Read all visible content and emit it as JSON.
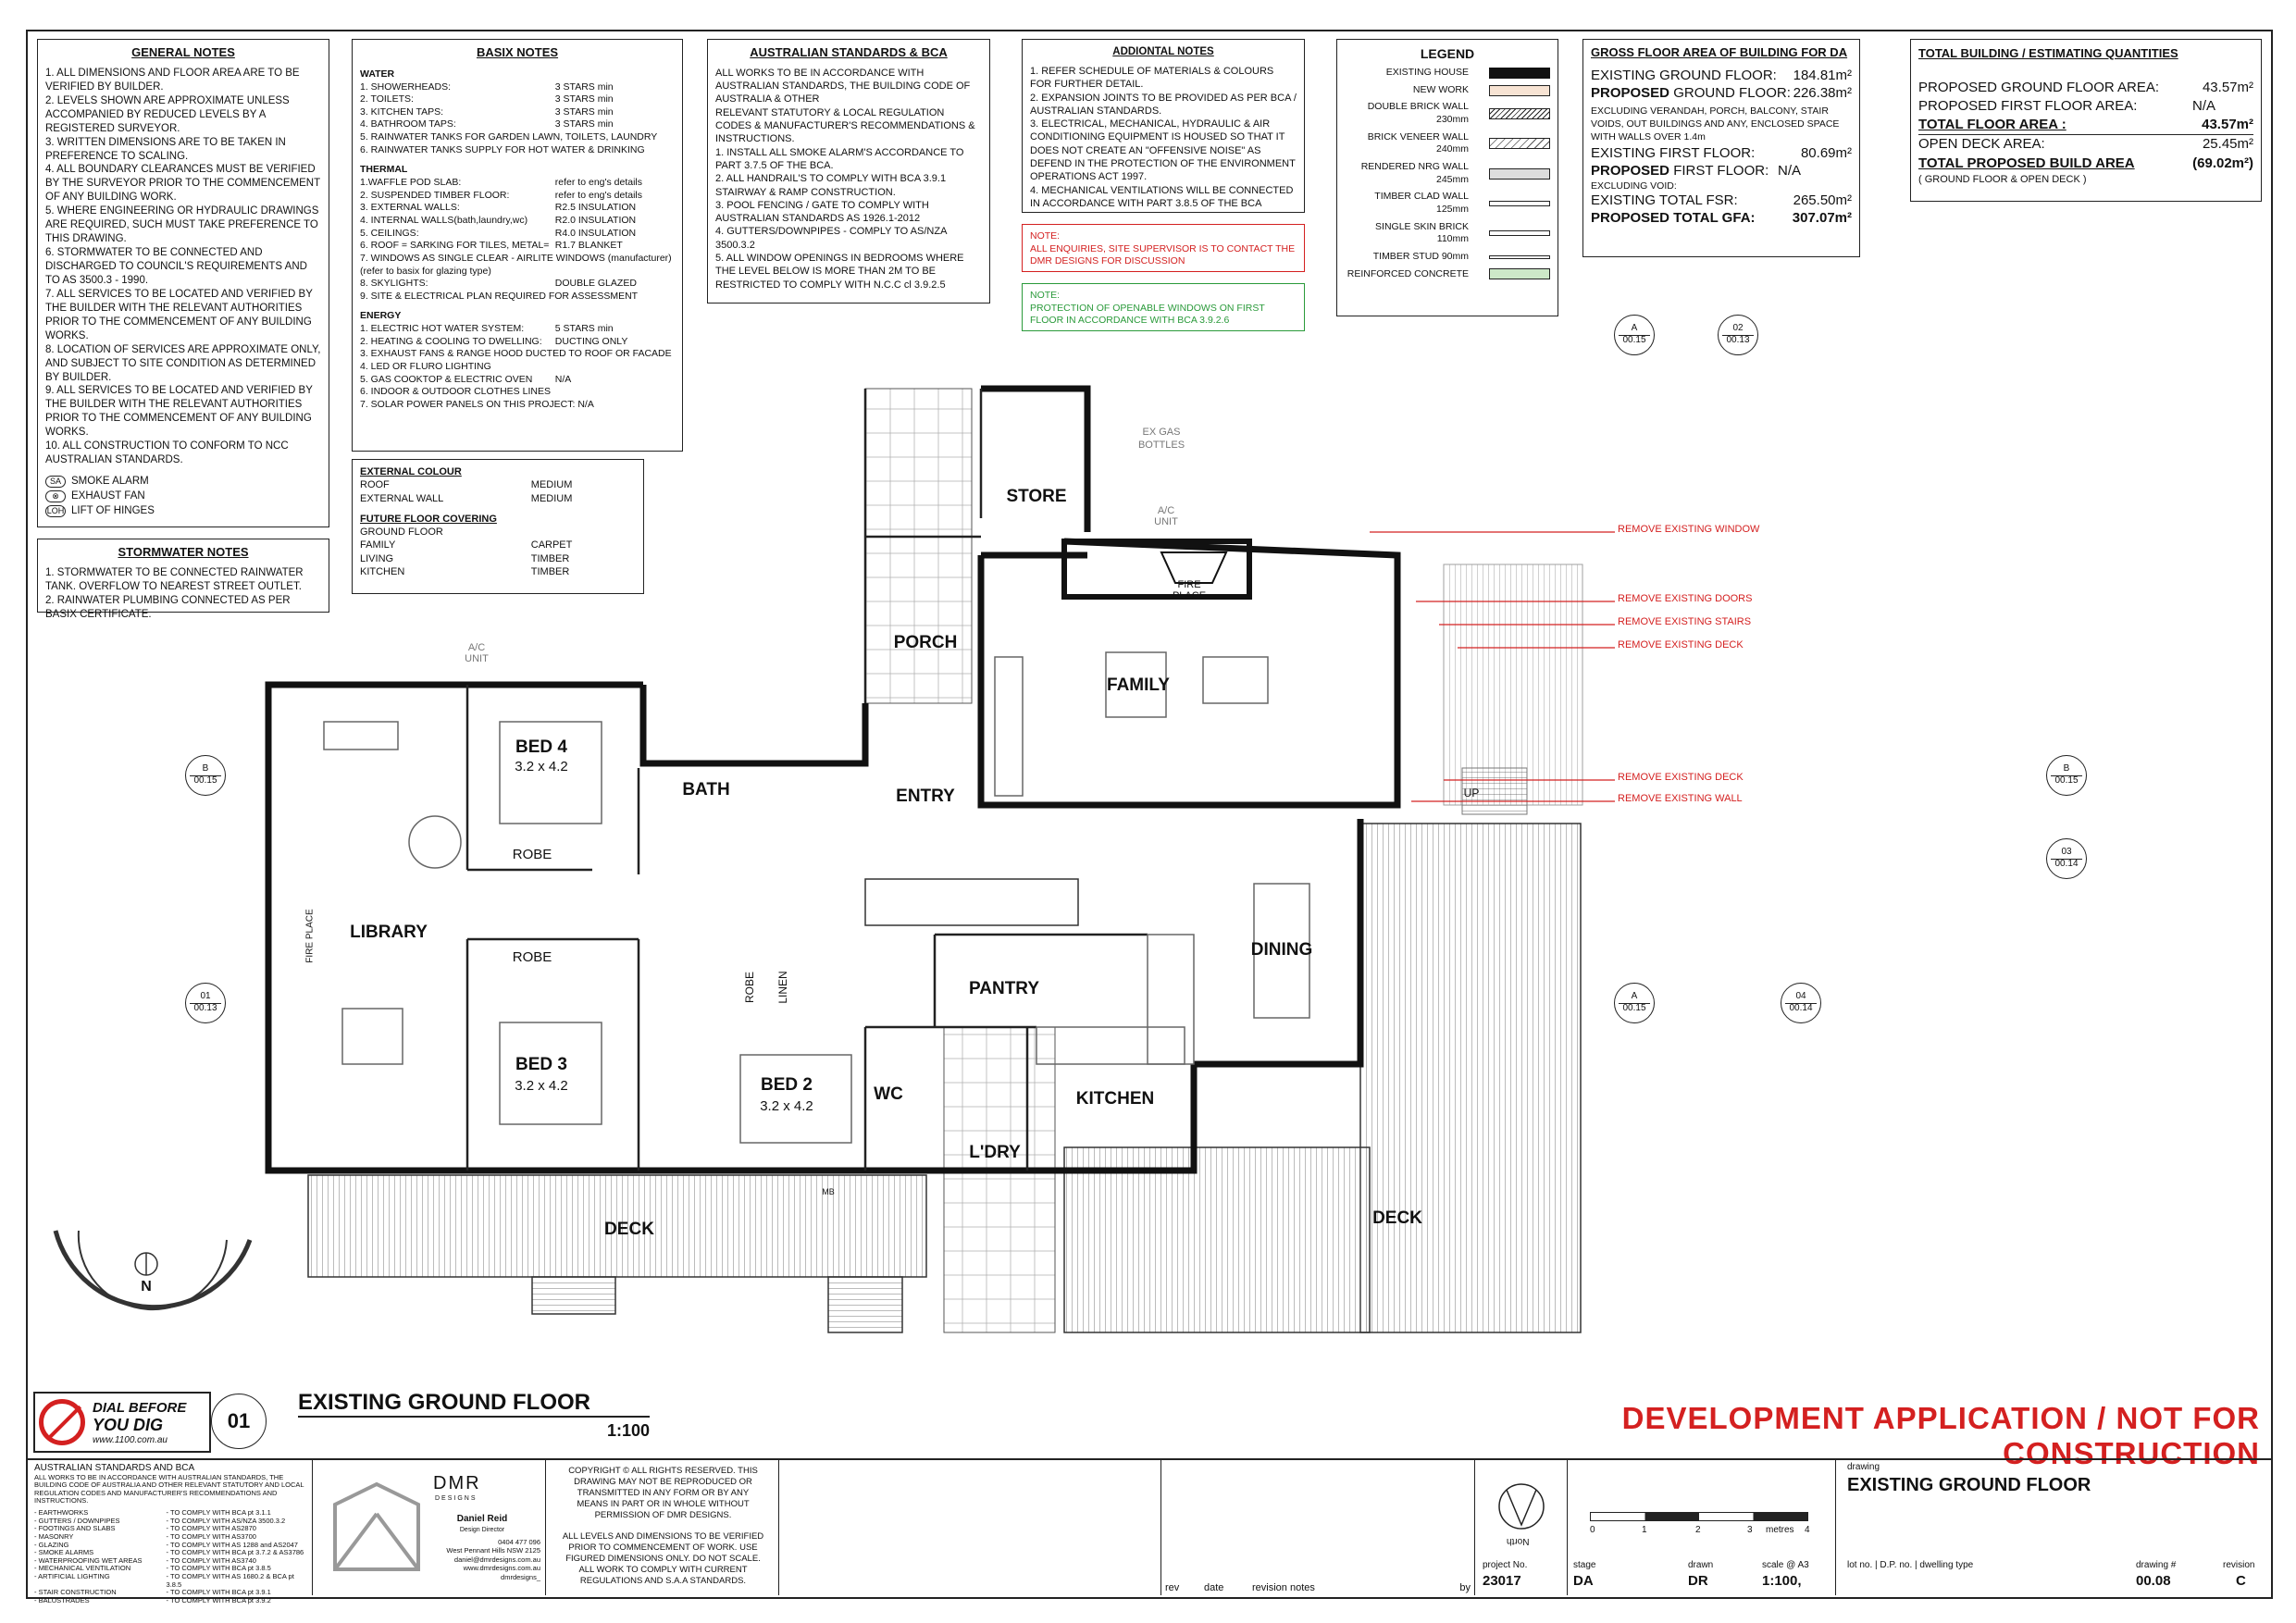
{
  "general_notes": {
    "title": "GENERAL NOTES",
    "items": [
      "1. ALL DIMENSIONS AND FLOOR AREA ARE TO BE VERIFIED BY BUILDER.",
      "2. LEVELS SHOWN ARE APPROXIMATE UNLESS ACCOMPANIED BY REDUCED LEVELS BY A REGISTERED SURVEYOR.",
      "3. WRITTEN DIMENSIONS ARE TO BE TAKEN IN PREFERENCE TO SCALING.",
      "4. ALL BOUNDARY CLEARANCES MUST BE VERIFIED BY THE SURVEYOR PRIOR TO THE COMMENCEMENT OF ANY BUILDING WORK.",
      "5. WHERE ENGINEERING OR HYDRAULIC DRAWINGS ARE REQUIRED, SUCH MUST TAKE PREFERENCE TO THIS DRAWING.",
      "6. STORMWATER TO BE CONNECTED AND DISCHARGED TO COUNCIL'S REQUIREMENTS AND TO AS 3500.3 - 1990.",
      "7. ALL SERVICES TO BE LOCATED AND VERIFIED BY THE BUILDER WITH THE RELEVANT AUTHORITIES PRIOR TO THE COMMENCEMENT OF ANY BUILDING WORKS.",
      "8. LOCATION OF SERVICES ARE APPROXIMATE ONLY, AND SUBJECT TO SITE CONDITION AS DETERMINED BY BUILDER.",
      "9. ALL SERVICES TO BE LOCATED AND VERIFIED BY THE BUILDER WITH THE RELEVANT AUTHORITIES PRIOR TO THE COMMENCEMENT OF ANY BUILDING WORKS.",
      "10. ALL CONSTRUCTION TO CONFORM TO NCC AUSTRALIAN STANDARDS."
    ],
    "symbols": [
      {
        "code": "SA",
        "label": "SMOKE ALARM"
      },
      {
        "code": "⊗",
        "label": "EXHAUST FAN"
      },
      {
        "code": "LOH",
        "label": "LIFT OF HINGES"
      }
    ]
  },
  "stormwater_notes": {
    "title": "STORMWATER NOTES",
    "items": [
      "1. STORMWATER TO BE CONNECTED RAINWATER TANK. OVERFLOW TO NEAREST STREET OUTLET.",
      "2. RAINWATER PLUMBING CONNECTED AS PER BASIX CERTIFICATE."
    ]
  },
  "basix_notes": {
    "title": "BASIX NOTES",
    "water_title": "WATER",
    "water": [
      [
        "1. SHOWERHEADS:",
        "3 STARS min"
      ],
      [
        "2. TOILETS:",
        "3 STARS min"
      ],
      [
        "3. KITCHEN TAPS:",
        "3 STARS min"
      ],
      [
        "4. BATHROOM TAPS:",
        "3 STARS min"
      ]
    ],
    "water_extra": [
      "5. RAINWATER TANKS FOR GARDEN LAWN, TOILETS, LAUNDRY",
      "6. RAINWATER TANKS SUPPLY FOR HOT WATER & DRINKING"
    ],
    "thermal_title": "THERMAL",
    "thermal": [
      [
        "1.WAFFLE POD SLAB:",
        "refer to eng's details"
      ],
      [
        "2. SUSPENDED TIMBER FLOOR:",
        "refer to eng's details"
      ],
      [
        "3. EXTERNAL WALLS:",
        "R2.5 INSULATION"
      ],
      [
        "4. INTERNAL WALLS(bath,laundry,wc)",
        "R2.0 INSULATION"
      ],
      [
        "5. CEILINGS:",
        "R4.0 INSULATION"
      ],
      [
        "6. ROOF = SARKING FOR TILES, METAL=",
        "R1.7 BLANKET"
      ]
    ],
    "thermal_extra": [
      "7. WINDOWS AS SINGLE CLEAR - AIRLITE WINDOWS (manufacturer)",
      "(refer to basix for glazing type)"
    ],
    "thermal_more": [
      [
        "8. SKYLIGHTS:",
        "DOUBLE GLAZED"
      ]
    ],
    "thermal_last": "9. SITE & ELECTRICAL PLAN REQUIRED FOR ASSESSMENT",
    "energy_title": "ENERGY",
    "energy": [
      [
        "1. ELECTRIC HOT WATER SYSTEM:",
        "5 STARS min"
      ],
      [
        "2. HEATING & COOLING TO DWELLING:",
        "DUCTING ONLY"
      ]
    ],
    "energy_extra": [
      "3. EXHAUST FANS & RANGE HOOD DUCTED TO ROOF OR FACADE",
      "4. LED OR FLURO LIGHTING"
    ],
    "energy_more": [
      [
        "5. GAS COOKTOP & ELECTRIC OVEN",
        "N/A"
      ]
    ],
    "energy_last": [
      "6. INDOOR & OUTDOOR CLOTHES LINES",
      "7. SOLAR POWER PANELS ON THIS PROJECT: N/A"
    ]
  },
  "external_colour": {
    "title": "EXTERNAL COLOUR",
    "rows": [
      [
        "ROOF",
        "MEDIUM"
      ],
      [
        "EXTERNAL WALL",
        "MEDIUM"
      ]
    ],
    "floor_title": "FUTURE FLOOR COVERING",
    "floor_sub": "GROUND FLOOR",
    "floor_rows": [
      [
        "FAMILY",
        "CARPET"
      ],
      [
        "LIVING",
        "TIMBER"
      ],
      [
        "KITCHEN",
        "TIMBER"
      ]
    ]
  },
  "australian_standards": {
    "title": "AUSTRALIAN STANDARDS & BCA",
    "items": [
      "ALL WORKS TO BE IN ACCORDANCE WITH AUSTRALIAN STANDARDS, THE BUILDING CODE OF AUSTRALIA & OTHER",
      "RELEVANT STATUTORY & LOCAL REGULATION CODES & MANUFACTURER'S RECOMMENDATIONS & INSTRUCTIONS.",
      "1. INSTALL ALL SMOKE ALARM'S ACCORDANCE TO PART 3.7.5 OF THE BCA.",
      "2. ALL HANDRAIL'S TO COMPLY WITH BCA 3.9.1 STAIRWAY & RAMP CONSTRUCTION.",
      "3. POOL FENCING / GATE TO COMPLY WITH AUSTRALIAN STANDARDS AS 1926.1-2012",
      "4. GUTTERS/DOWNPIPES - COMPLY TO AS/NZA 3500.3.2",
      "5. ALL WINDOW OPENINGS IN BEDROOMS WHERE THE LEVEL BELOW IS MORE THAN 2M TO BE RESTRICTED TO COMPLY WITH N.C.C cl 3.9.2.5"
    ]
  },
  "additional_notes": {
    "title": "ADDIONTAL NOTES",
    "items": [
      "1. REFER SCHEDULE OF MATERIALS & COLOURS FOR FURTHER DETAIL.",
      "2. EXPANSION JOINTS TO BE PROVIDED AS PER BCA / AUSTRALIAN STANDARDS.",
      "3. ELECTRICAL, MECHANICAL, HYDRAULIC & AIR CONDITIONING EQUIPMENT IS HOUSED SO THAT IT DOES NOT CREATE AN \"OFFENSIVE NOISE\" AS DEFEND IN THE PROTECTION OF THE ENVIRONMENT OPERATIONS ACT 1997.",
      "4. MECHANICAL VENTILATIONS WILL BE CONNECTED IN ACCORDANCE WITH PART 3.8.5 OF THE BCA"
    ],
    "red_note_title": "NOTE:",
    "red_note": "ALL ENQUIRIES, SITE SUPERVISOR IS TO CONTACT THE DMR DESIGNS FOR DISCUSSION",
    "green_note_title": "NOTE:",
    "green_note": "PROTECTION OF OPENABLE WINDOWS ON FIRST FLOOR IN ACCORDANCE WITH BCA 3.9.2.6"
  },
  "legend": {
    "title": "LEGEND",
    "items": [
      "EXISTING HOUSE",
      "NEW WORK",
      "DOUBLE BRICK WALL 230mm",
      "BRICK VENEER WALL 240mm",
      "RENDERED NRG WALL 245mm",
      "TIMBER CLAD WALL 125mm",
      "SINGLE SKIN BRICK 110mm",
      "TIMBER STUD 90mm",
      "REINFORCED CONCRETE"
    ]
  },
  "gfa": {
    "title": "GROSS FLOOR AREA OF BUILDING FOR DA",
    "existing_ground_label": "EXISTING GROUND FLOOR:",
    "existing_ground_value": "184.81m²",
    "proposed_ground_bold": "PROPOSED",
    "proposed_ground_label": " GROUND FLOOR:",
    "proposed_ground_value": "226.38m²",
    "excluding_note": "EXCLUDING VERANDAH, PORCH, BALCONY, STAIR VOIDS, OUT BUILDINGS AND ANY, ENCLOSED SPACE WITH WALLS OVER 1.4m",
    "existing_first_label": "EXISTING FIRST FLOOR:",
    "existing_first_value": "80.69m²",
    "proposed_first_bold": "PROPOSED",
    "proposed_first_label": " FIRST FLOOR:",
    "proposed_first_value": "N/A",
    "excluding_void": "EXCLUDING VOID:",
    "existing_fsr_label": "EXISTING TOTAL FSR:",
    "existing_fsr_value": "265.50m²",
    "proposed_gfa_label": "PROPOSED TOTAL GFA:",
    "proposed_gfa_value": "307.07m²"
  },
  "quantities": {
    "title": "TOTAL BUILDING / ESTIMATING QUANTITIES",
    "r1_label": "PROPOSED GROUND FLOOR AREA:",
    "r1_value": "43.57m²",
    "r2_label": "PROPOSED FIRST FLOOR AREA:",
    "r2_value": "N/A",
    "r3_label": "TOTAL FLOOR AREA :",
    "r3_value": "43.57m²",
    "r4_label": "OPEN DECK AREA:",
    "r4_value": "25.45m²",
    "r5_label": "TOTAL PROPOSED BUILD AREA",
    "r5_value": "(69.02m²)",
    "r6_label": "( GROUND FLOOR & OPEN DECK )"
  },
  "rooms": {
    "store": "STORE",
    "porch": "PORCH",
    "family": "FAMILY",
    "fireplace": "FIRE\nPLACE",
    "bed4": "BED 4",
    "bed4_dim": "3.2 x 4.2",
    "robe": "ROBE",
    "bath": "BATH",
    "entry": "ENTRY",
    "library": "LIBRARY",
    "library_fire": "FIRE PLACE",
    "bed3": "BED 3",
    "bed3_dim": "3.2 x 4.2",
    "robe2": "ROBE",
    "robe3": "ROBE",
    "linen": "LINEN",
    "bed2": "BED 2",
    "bed2_dim": "3.2 x 4.2",
    "wc": "WC",
    "pantry": "PANTRY",
    "dining": "DINING",
    "kitchen": "KITCHEN",
    "ldry": "L'DRY",
    "deck": "DECK",
    "deck2": "DECK",
    "ac_unit": "A/C UNIT",
    "ac_unit2": "A/C UNIT",
    "ex_gas": "EX GAS BOTTLES",
    "up": "UP",
    "mb": "MB"
  },
  "annotations": [
    "REMOVE EXISTING WINDOW",
    "REMOVE EXISTING DOORS",
    "REMOVE EXISTING STAIRS",
    "REMOVE EXISTING DECK",
    "REMOVE EXISTING DECK",
    "REMOVE EXISTING WALL"
  ],
  "section_markers": {
    "a_top": [
      "A",
      "00.15"
    ],
    "b2_top": [
      "02",
      "00.13"
    ],
    "b_left": [
      "B",
      "00.15"
    ],
    "b_right": [
      "B",
      "00.15"
    ],
    "o3_right": [
      "03",
      "00.14"
    ],
    "o1_left": [
      "01",
      "00.13"
    ],
    "a_mid": [
      "A",
      "00.15"
    ],
    "o4_mid": [
      "04",
      "00.14"
    ]
  },
  "drawing_title": {
    "number": "01",
    "title": "EXISTING GROUND FLOOR",
    "scale": "1:100",
    "status": "DEVELOPMENT APPLICATION / NOT FOR CONSTRUCTION"
  },
  "dial": {
    "line1": "DIAL BEFORE",
    "line2": "YOU DIG",
    "url": "www.1100.com.au"
  },
  "north": {
    "label": "N"
  },
  "titleblock": {
    "aus_title": "AUSTRALIAN STANDARDS AND BCA",
    "aus_intro": "ALL WORKS TO BE IN ACCORDANCE WITH AUSTRALIAN STANDARDS, THE BUILDING CODE OF AUSTRALIA AND OTHER RELEVANT STATUTORY AND LOCAL REGULATION CODES AND MANUFACTURER'S RECOMMENDATIONS AND INSTRUCTIONS.",
    "aus_rows": [
      [
        "- EARTHWORKS",
        "- TO COMPLY WITH BCA pt 3.1.1"
      ],
      [
        "- GUTTERS / DOWNPIPES",
        "- TO COMPLY WITH AS/NZA 3500.3.2"
      ],
      [
        "- FOOTINGS AND SLABS",
        "- TO COMPLY WITH AS2870"
      ],
      [
        "- MASONRY",
        "- TO COMPLY WITH AS3700"
      ],
      [
        "- GLAZING",
        "- TO COMPLY WITH AS 1288 and AS2047"
      ],
      [
        "- SMOKE ALARMS",
        "- TO COMPLY WITH BCA pt 3.7.2 & AS3786"
      ],
      [
        "- WATERPROOFING WET AREAS",
        "- TO COMPLY WITH AS3740"
      ],
      [
        "- MECHANICAL VENTILATION",
        "- TO COMPLY WITH BCA pt 3.8.5"
      ],
      [
        "- ARTIFICIAL LIGHTING",
        "- TO COMPLY WITH AS 1680.2 & BCA pt 3.8.5"
      ],
      [
        "- STAIR CONSTRUCTION",
        "- TO COMPLY WITH BCA pt 3.9.1"
      ],
      [
        "- BALUSTRADES",
        "- TO COMPLY WITH BCA pt 3.9.2"
      ]
    ],
    "company": "DMR",
    "company_sub": "DESIGNS",
    "person": "Daniel Reid",
    "person_role": "Design Director",
    "phone": "0404 477 096",
    "address": "West Pennant Hills NSW 2125",
    "email": "daniel@dmrdesigns.com.au",
    "web": "www.dmrdesigns.com.au",
    "social": "dmrdesigns_",
    "copyright": "COPYRIGHT © ALL RIGHTS RESERVED. THIS DRAWING MAY NOT BE REPRODUCED OR TRANSMITTED IN ANY FORM OR BY ANY MEANS IN PART OR IN WHOLE WITHOUT PERMISSION OF DMR DESIGNS.",
    "levels": "ALL LEVELS AND DIMENSIONS TO BE VERIFIED PRIOR TO COMMENCEMENT OF WORK. USE FIGURED DIMENSIONS ONLY. DO NOT SCALE. ALL WORK TO COMPLY WITH CURRENT REGULATIONS AND S.A.A STANDARDS.",
    "rev_label": "rev",
    "date_label": "date",
    "revision_notes_label": "revision notes",
    "by_label": "by",
    "project_no_label": "project No.",
    "project_no": "23017",
    "stage_label": "stage",
    "stage": "DA",
    "drawn_label": "drawn",
    "drawn": "DR",
    "scale_label": "scale @ A3",
    "scale": "1:100,",
    "drawing_label": "drawing",
    "drawing_name": "EXISTING GROUND FLOOR",
    "lot_label": "lot no. | D.P. no. | dwelling type",
    "drawing_no_label": "drawing #",
    "drawing_no": "00.08",
    "revision_label": "revision",
    "revision": "C",
    "scale_bar": [
      "0",
      "1",
      "2",
      "3",
      "metres",
      "4"
    ],
    "north_label": "North"
  }
}
